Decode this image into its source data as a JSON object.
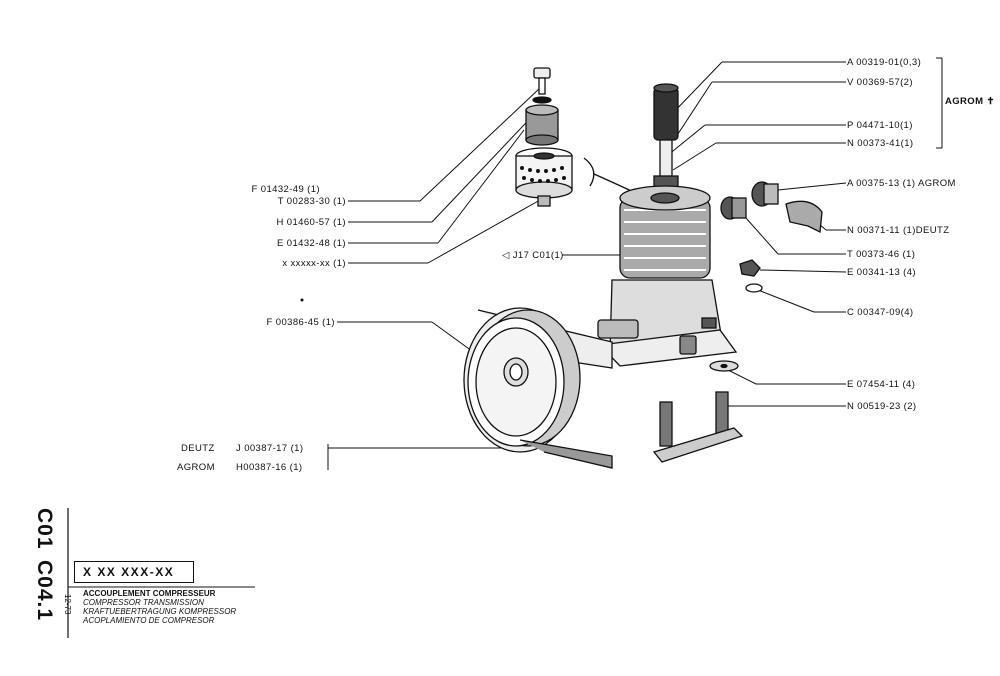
{
  "callouts_right": [
    {
      "text": "A 00319-01(0,3)"
    },
    {
      "text": "V 00369-57(2)"
    },
    {
      "text": "P 04471-10(1)"
    },
    {
      "text": "N 00373-41(1)"
    },
    {
      "text": "A 00375-13 (1)  AGROM"
    },
    {
      "text": "N 00371-11 (1)DEUTZ"
    },
    {
      "text": "T 00373-46 (1)"
    },
    {
      "text": "E 00341-13 (4)"
    },
    {
      "text": "C 00347-09(4)"
    },
    {
      "text": "E 07454-11 (4)"
    },
    {
      "text": "N 00519-23 (2)"
    }
  ],
  "callouts_left": [
    {
      "text": "F 01432-49 (1)"
    },
    {
      "text": "T 00283-30 (1)"
    },
    {
      "text": "H 01460-57 (1)"
    },
    {
      "text": "E 01432-48 (1)"
    },
    {
      "text": "x xxxxx-xx (1)"
    },
    {
      "text": "F 00386-45 (1)"
    }
  ],
  "center_ref": "◁ J17 C01(1)",
  "agrom_bracket_label": "AGROM ✝",
  "belt_callouts": [
    {
      "brand": "DEUTZ",
      "code": "J 00387-17 (1)"
    },
    {
      "brand": "AGROM",
      "code": "H00387-16 (1)"
    }
  ],
  "side_code_1": "C01",
  "side_code_2": "C04.1",
  "date_code": "12-73",
  "part_number": "X XX XXX-XX",
  "title_lines": [
    "ACCOUPLEMENT COMPRESSEUR",
    "COMPRESSOR TRANSMISSION",
    "KRAFTUEBERTRAGUNG KOMPRESSOR",
    "ACOPLAMIENTO DE COMPRESOR"
  ]
}
